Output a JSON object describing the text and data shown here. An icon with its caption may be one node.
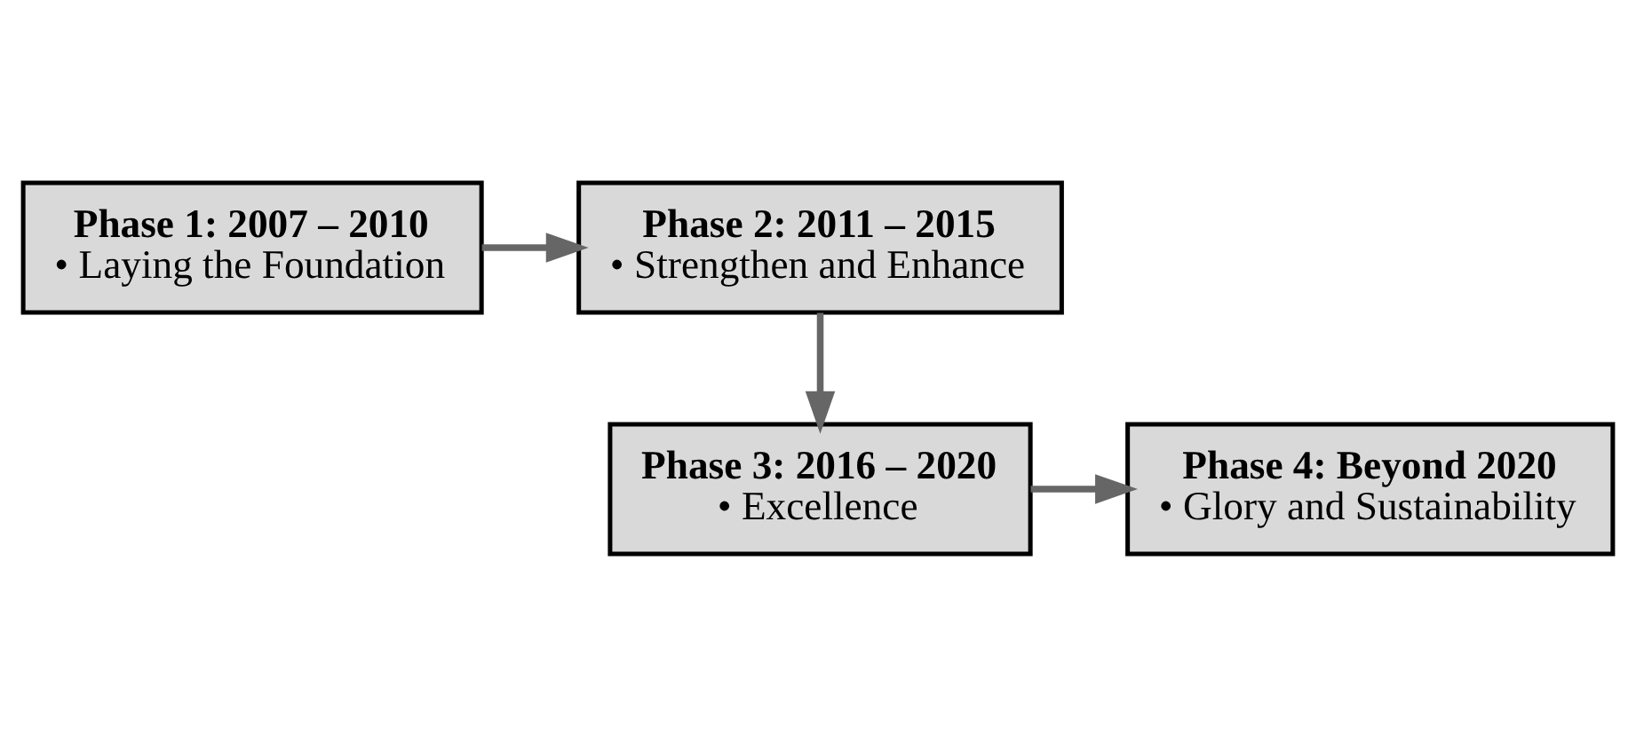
{
  "diagram": {
    "nodes": [
      {
        "text": [
          "Phase 1: 2007 – 2010",
          "• Laying the Foundation"
        ]
      },
      {
        "text": [
          "Phase 2: 2011 – 2015",
          "• Strengthen and Enhance"
        ]
      },
      {
        "text": [
          "Phase 3: 2016 – 2020",
          "• Excellence"
        ]
      },
      {
        "text": [
          "Phase 4: Beyond 2020",
          "• Glory and Sustainability"
        ]
      }
    ],
    "edges": [
      {
        "from": 0,
        "to": 1,
        "arrow": "to"
      },
      {
        "from": 1,
        "to": 2,
        "arrow": "to"
      },
      {
        "from": 2,
        "to": 3,
        "arrow": "to"
      }
    ]
  }
}
